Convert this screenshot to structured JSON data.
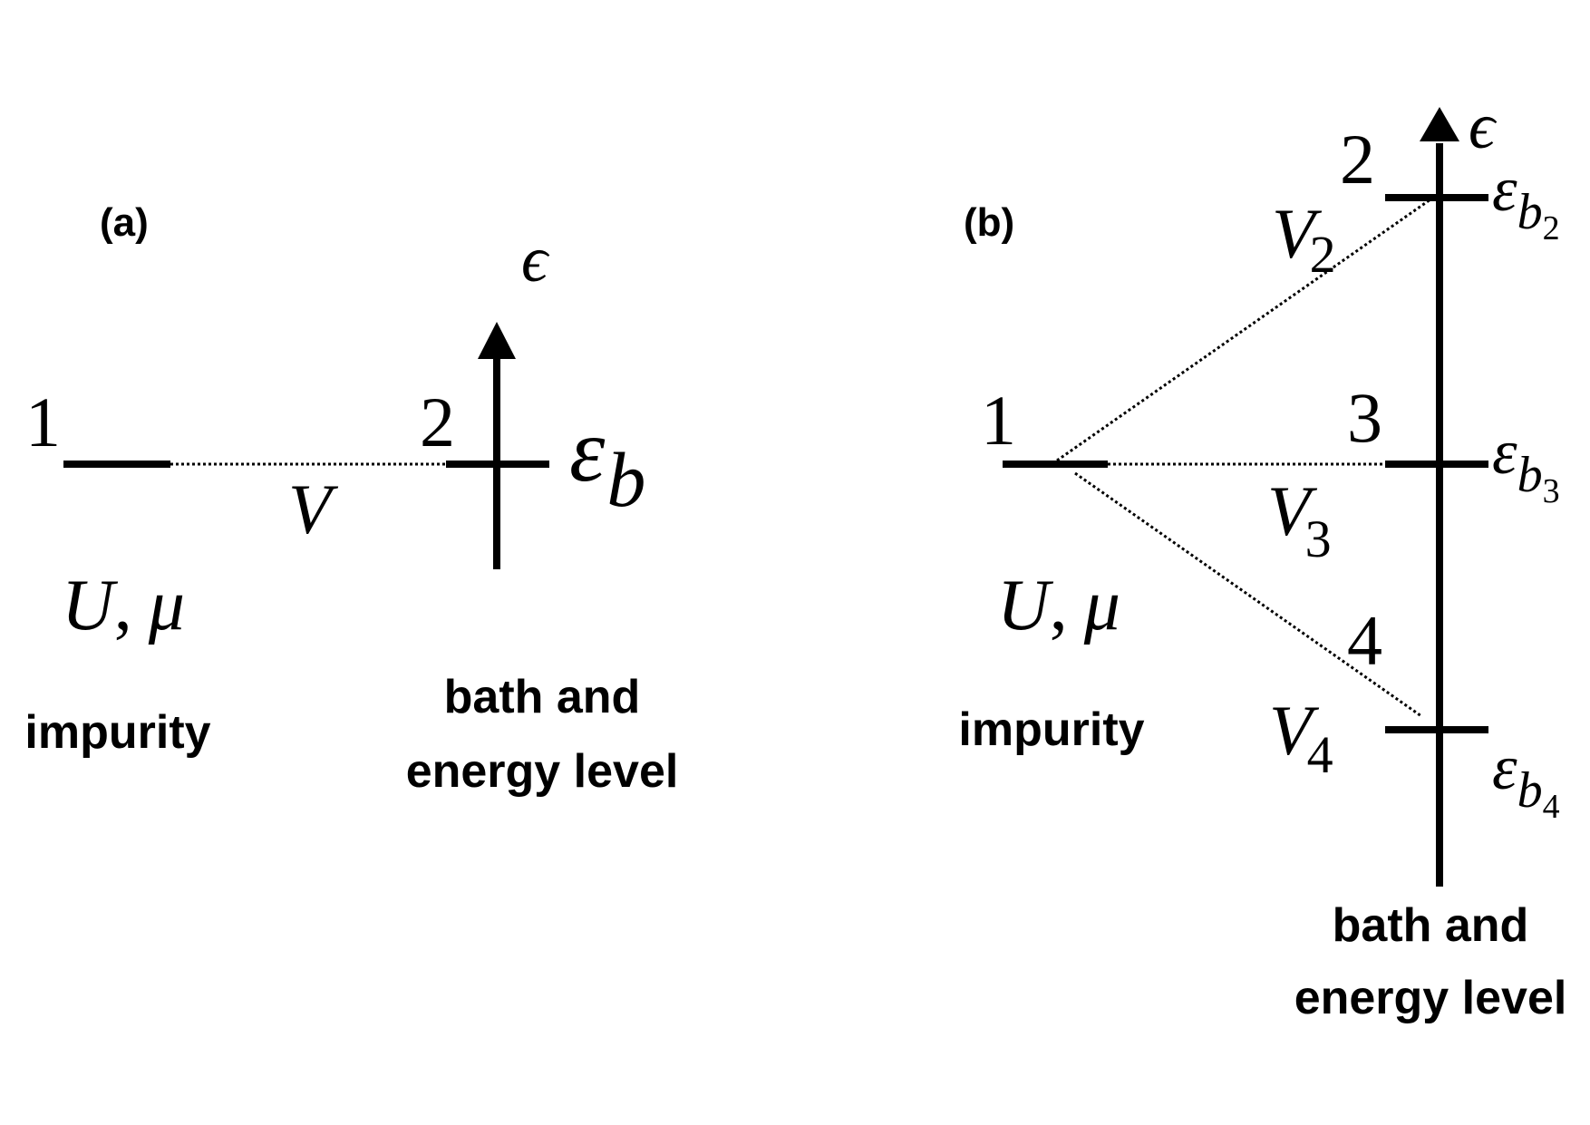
{
  "panel_a": {
    "tag": "(a)",
    "site_impurity": "1",
    "site_bath": "2",
    "axis_symbol": "ϵ",
    "hopping": "V",
    "interaction_U": "U",
    "comma": ",",
    "interaction_mu": "μ",
    "bath_symbol": "ε",
    "bath_sub": "b",
    "impurity_label": "impurity",
    "bath_label_line1": "bath and",
    "bath_label_line2": "energy level"
  },
  "panel_b": {
    "tag": "(b)",
    "site_impurity": "1",
    "sites": [
      "2",
      "3",
      "4"
    ],
    "axis_symbol": "ϵ",
    "hopping_symbol": "V",
    "hopping_subs": [
      "2",
      "3",
      "4"
    ],
    "bath_symbol": "ε",
    "bath_sub_b": "b",
    "bath_subsubs": [
      "2",
      "3",
      "4"
    ],
    "interaction_U": "U",
    "comma": ",",
    "interaction_mu": "μ",
    "impurity_label": "impurity",
    "bath_label_line1": "bath and",
    "bath_label_line2": "energy level"
  }
}
